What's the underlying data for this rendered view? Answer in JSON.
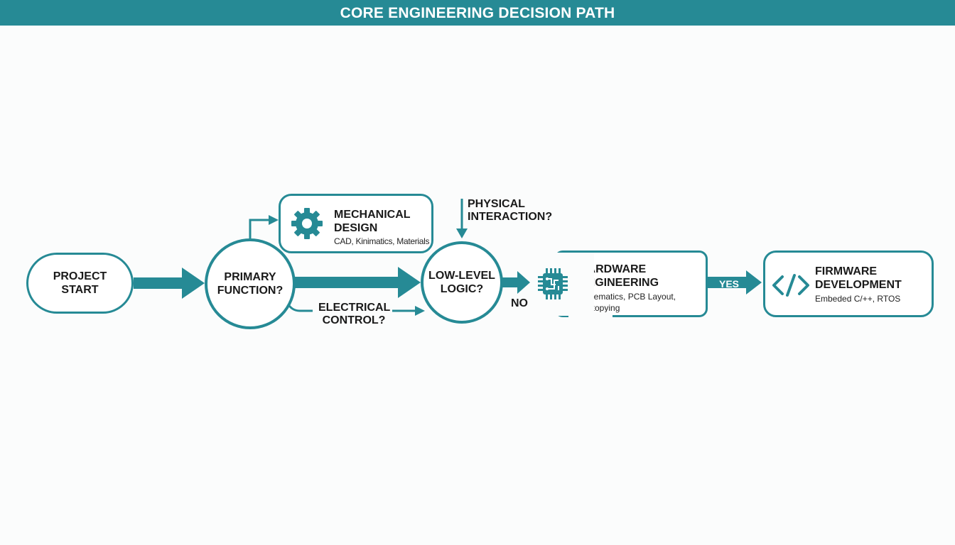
{
  "header": {
    "title": "CORE ENGINEERING DECISION PATH"
  },
  "nodes": {
    "project_start": {
      "line1": "PROJECT",
      "line2": "START"
    },
    "primary_function": {
      "line1": "PRIMARY",
      "line2": "FUNCTION?"
    },
    "low_level_logic": {
      "line1": "LOW-LEVEL",
      "line2": "LOGIC?"
    },
    "mechanical_design": {
      "title_line1": "MECHANICAL",
      "title_line2": "DESIGN",
      "subtitle": "CAD, Kinimatics, Materials",
      "icon": "gear-icon"
    },
    "hardware_engineering": {
      "title_line1": "HARDWARE",
      "title_line2": "ENGINEERING",
      "subtitle_line1": "Schematics, PCB Layout,",
      "subtitle_line2": "Protopying",
      "icon": "microchip-icon"
    },
    "firmware_development": {
      "title_line1": "FIRMWARE",
      "title_line2": "DEVELOPMENT",
      "subtitle": "Embeded C/++, RTOS",
      "icon": "code-brackets-icon"
    }
  },
  "edge_labels": {
    "physical_interaction": {
      "line1": "PHYSICAL",
      "line2": "INTERACTION?"
    },
    "electrical_control": {
      "line1": "ELECTRICAL",
      "line2": "CONTROL?"
    },
    "no": "NO",
    "yes": "YES"
  },
  "colors": {
    "accent": "#268a95",
    "background": "#fbfcfc",
    "header_text": "#ffffff"
  }
}
